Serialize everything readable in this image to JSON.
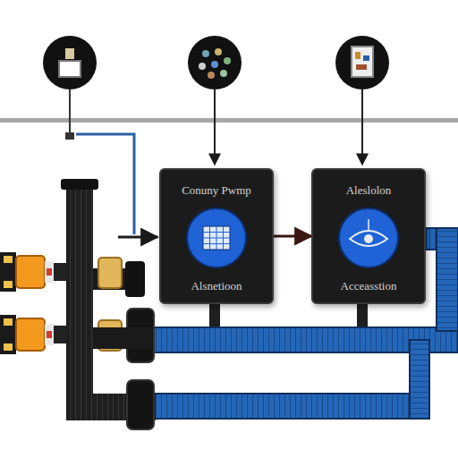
{
  "diagram": {
    "nodes": [
      {
        "text": [
          "Conuny Pwmp",
          "Alsnetioon"
        ]
      },
      {
        "text": [
          "Aleslolon",
          "Acceasstion"
        ]
      }
    ],
    "edges": [
      {
        "from": 0,
        "to": 1,
        "arrow": "to"
      }
    ]
  }
}
